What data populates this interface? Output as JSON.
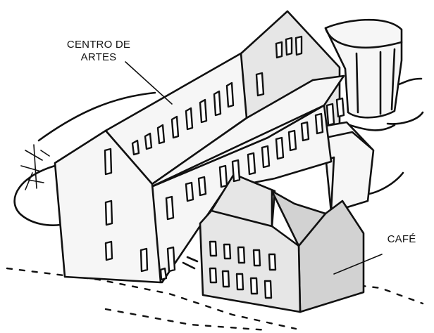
{
  "labels": {
    "centro_line1": "CENTRO DE",
    "centro_line2": "ARTES",
    "cafe": "CAFÉ"
  }
}
